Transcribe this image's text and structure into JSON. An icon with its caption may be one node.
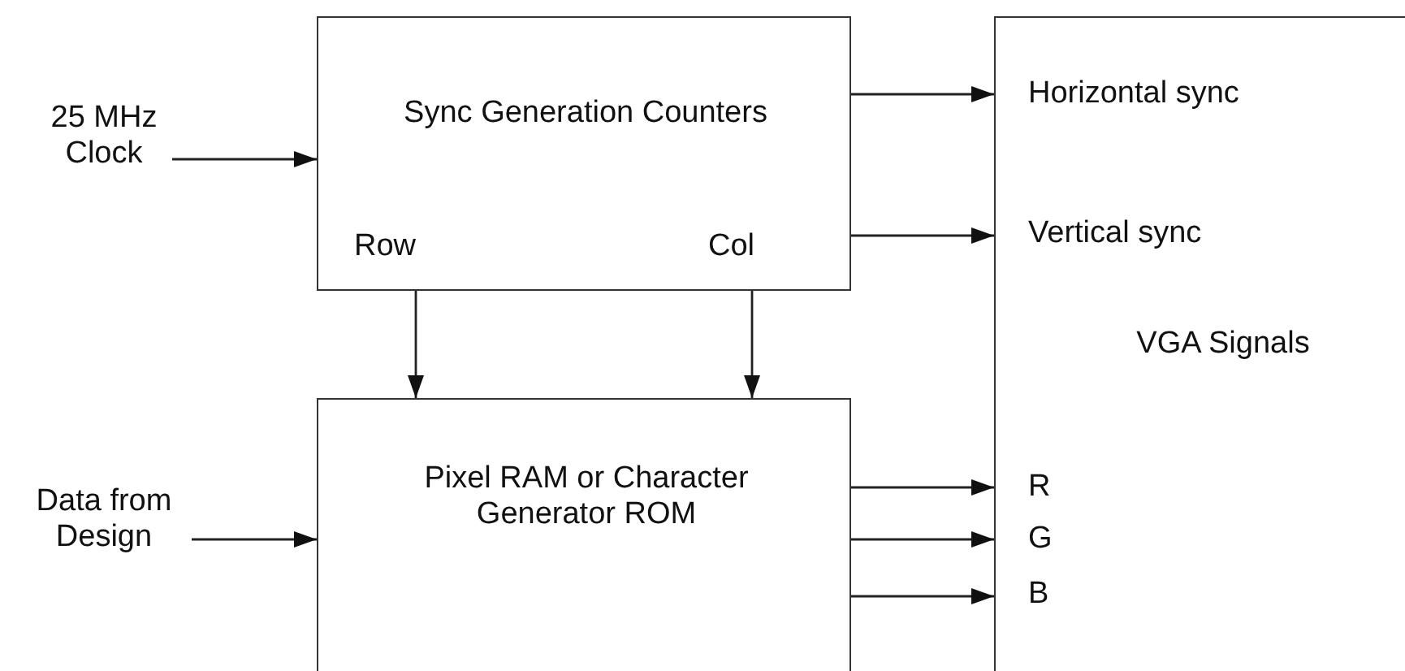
{
  "diagram": {
    "nodes": [
      {
        "text": [
          "25 MHz Clock"
        ]
      },
      {
        "text": [
          "Sync Generation Counters",
          "Row",
          "Col"
        ]
      },
      {
        "text": [
          "Data from Design"
        ]
      },
      {
        "text": [
          "Pixel RAM or Character Generator ROM"
        ]
      },
      {
        "text": [
          "Horizontal sync",
          "Vertical sync",
          "VGA Signals",
          "R",
          "G",
          "B"
        ]
      }
    ],
    "edges": [
      {
        "from": 0,
        "to": 1,
        "arrow": "to"
      },
      {
        "from": 1,
        "to": 4,
        "arrow": "to"
      },
      {
        "from": 1,
        "to": 4,
        "arrow": "to"
      },
      {
        "from": 1,
        "to": 3,
        "arrow": "to"
      },
      {
        "from": 1,
        "to": 3,
        "arrow": "to"
      },
      {
        "from": 2,
        "to": 3,
        "arrow": "to"
      },
      {
        "from": 3,
        "to": 4,
        "arrow": "to"
      },
      {
        "from": 3,
        "to": 4,
        "arrow": "to"
      },
      {
        "from": 3,
        "to": 4,
        "arrow": "to"
      }
    ]
  }
}
